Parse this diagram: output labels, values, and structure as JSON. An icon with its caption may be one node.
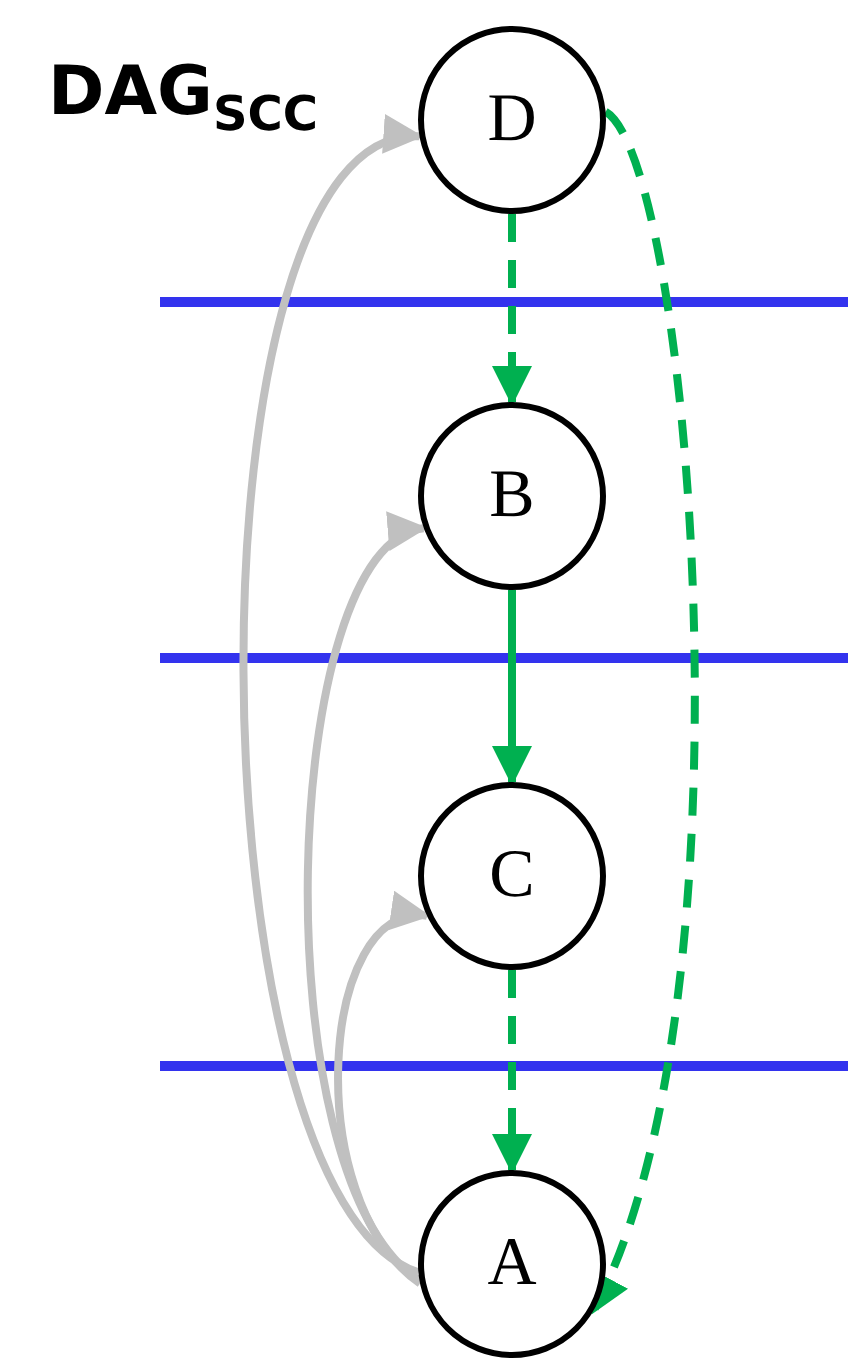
{
  "diagram": {
    "title": "DAG$_{SCC}$",
    "nodes": [
      {
        "text": [
          "D"
        ]
      },
      {
        "text": [
          "B"
        ]
      },
      {
        "text": [
          "C"
        ]
      },
      {
        "text": [
          "A"
        ]
      }
    ],
    "edges": [
      {
        "from": 0,
        "to": 1,
        "arrow": "to",
        "style": "dashed"
      },
      {
        "from": 1,
        "to": 2,
        "arrow": "to"
      },
      {
        "from": 2,
        "to": 3,
        "arrow": "to",
        "style": "dashed"
      },
      {
        "from": 0,
        "to": 3,
        "arrow": "to",
        "style": "dashed"
      },
      {
        "from": 3,
        "to": 0,
        "arrow": "to",
        "color": "#c0c0c0"
      },
      {
        "from": 3,
        "to": 1,
        "arrow": "to",
        "color": "#c0c0c0"
      },
      {
        "from": 3,
        "to": 2,
        "arrow": "to",
        "color": "#c0c0c0"
      }
    ]
  }
}
